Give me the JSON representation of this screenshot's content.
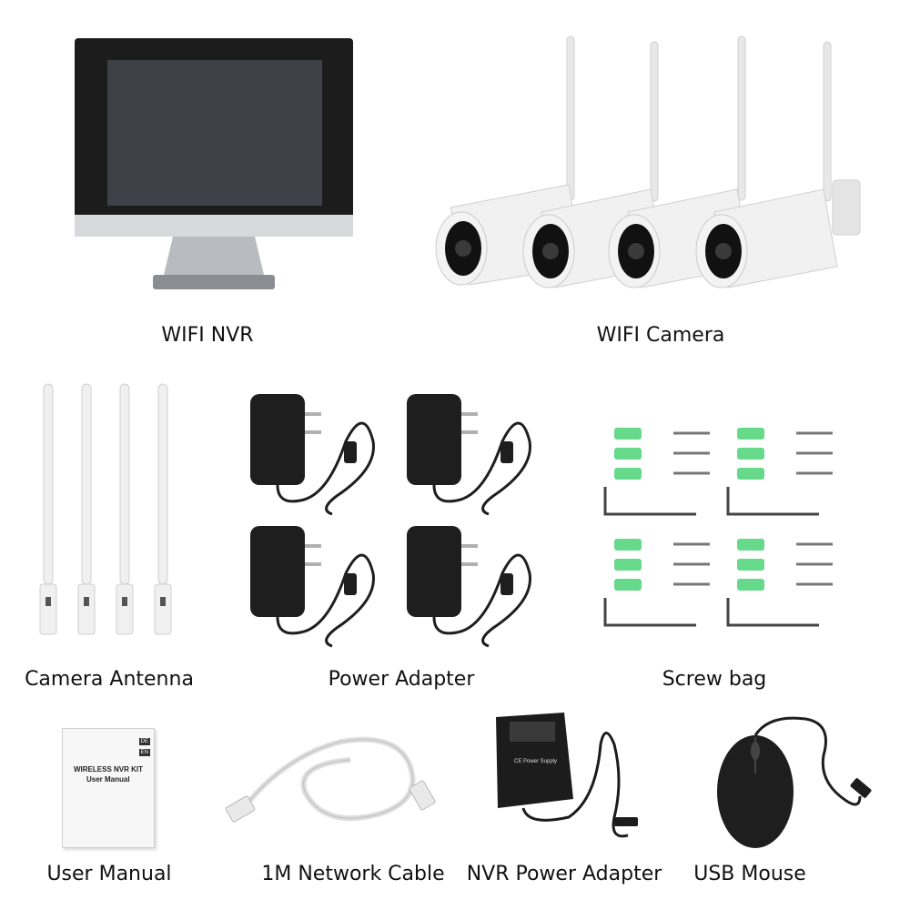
{
  "items": [
    {
      "id": "nvr",
      "label": "WIFI NVR"
    },
    {
      "id": "camera",
      "label": "WIFI Camera"
    },
    {
      "id": "antenna",
      "label": "Camera Antenna"
    },
    {
      "id": "adapter",
      "label": "Power Adapter"
    },
    {
      "id": "screw",
      "label": "Screw bag"
    },
    {
      "id": "manual",
      "label": "User Manual"
    },
    {
      "id": "cable",
      "label": "1M Network Cable"
    },
    {
      "id": "nvr_adapter",
      "label": "NVR Power Adapter"
    },
    {
      "id": "mouse",
      "label": "USB Mouse"
    }
  ],
  "manual": {
    "title_line1": "WIRELESS NVR KIT",
    "title_line2": "User Manual",
    "lang_de": "DE",
    "lang_en": "EN"
  },
  "nvr_adapter_print": {
    "line1": "CE Power Supply"
  }
}
